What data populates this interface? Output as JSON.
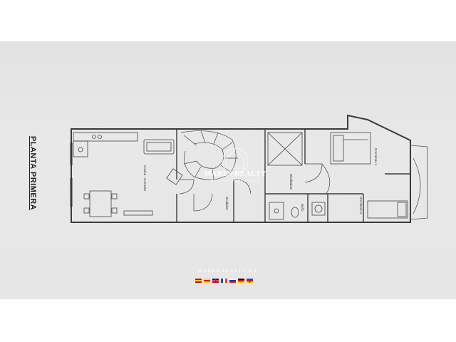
{
  "plan": {
    "title": "PLANTA PRIMERA",
    "rooms": {
      "cocina_comedor": "Cocina - Comedor",
      "recibidor": "Recibidor",
      "distribuidor": "Distribuidor",
      "bano": "Baño",
      "dormitorio1": "Dormitorio 1",
      "dormitorio2": "Dormitorio 2"
    }
  },
  "watermark": {
    "brand": "MARES REALTY",
    "tagline": "GESTIÓN INMOBILIARIA",
    "url": "MARESREALTY.ES"
  },
  "flags": [
    {
      "name": "spain-flag",
      "colors": [
        "#c60b1e",
        "#ffc400",
        "#c60b1e"
      ]
    },
    {
      "name": "catalonia-flag",
      "colors": [
        "#fcdd09",
        "#da121a",
        "#fcdd09"
      ]
    },
    {
      "name": "uk-flag",
      "colors": [
        "#012169",
        "#ffffff",
        "#c8102e"
      ]
    },
    {
      "name": "france-flag",
      "colors": [
        "#0055a4",
        "#ffffff",
        "#ef4135"
      ]
    },
    {
      "name": "russia-flag",
      "colors": [
        "#ffffff",
        "#0039a6",
        "#d52b1e"
      ]
    },
    {
      "name": "germany-flag",
      "colors": [
        "#000000",
        "#dd0000",
        "#ffce00"
      ]
    },
    {
      "name": "ukraine-flag",
      "colors": [
        "#0057b7",
        "#0057b7",
        "#ffd700"
      ]
    }
  ],
  "colors": {
    "paper": "#e4e4e4",
    "wall": "#3a3a3a"
  }
}
